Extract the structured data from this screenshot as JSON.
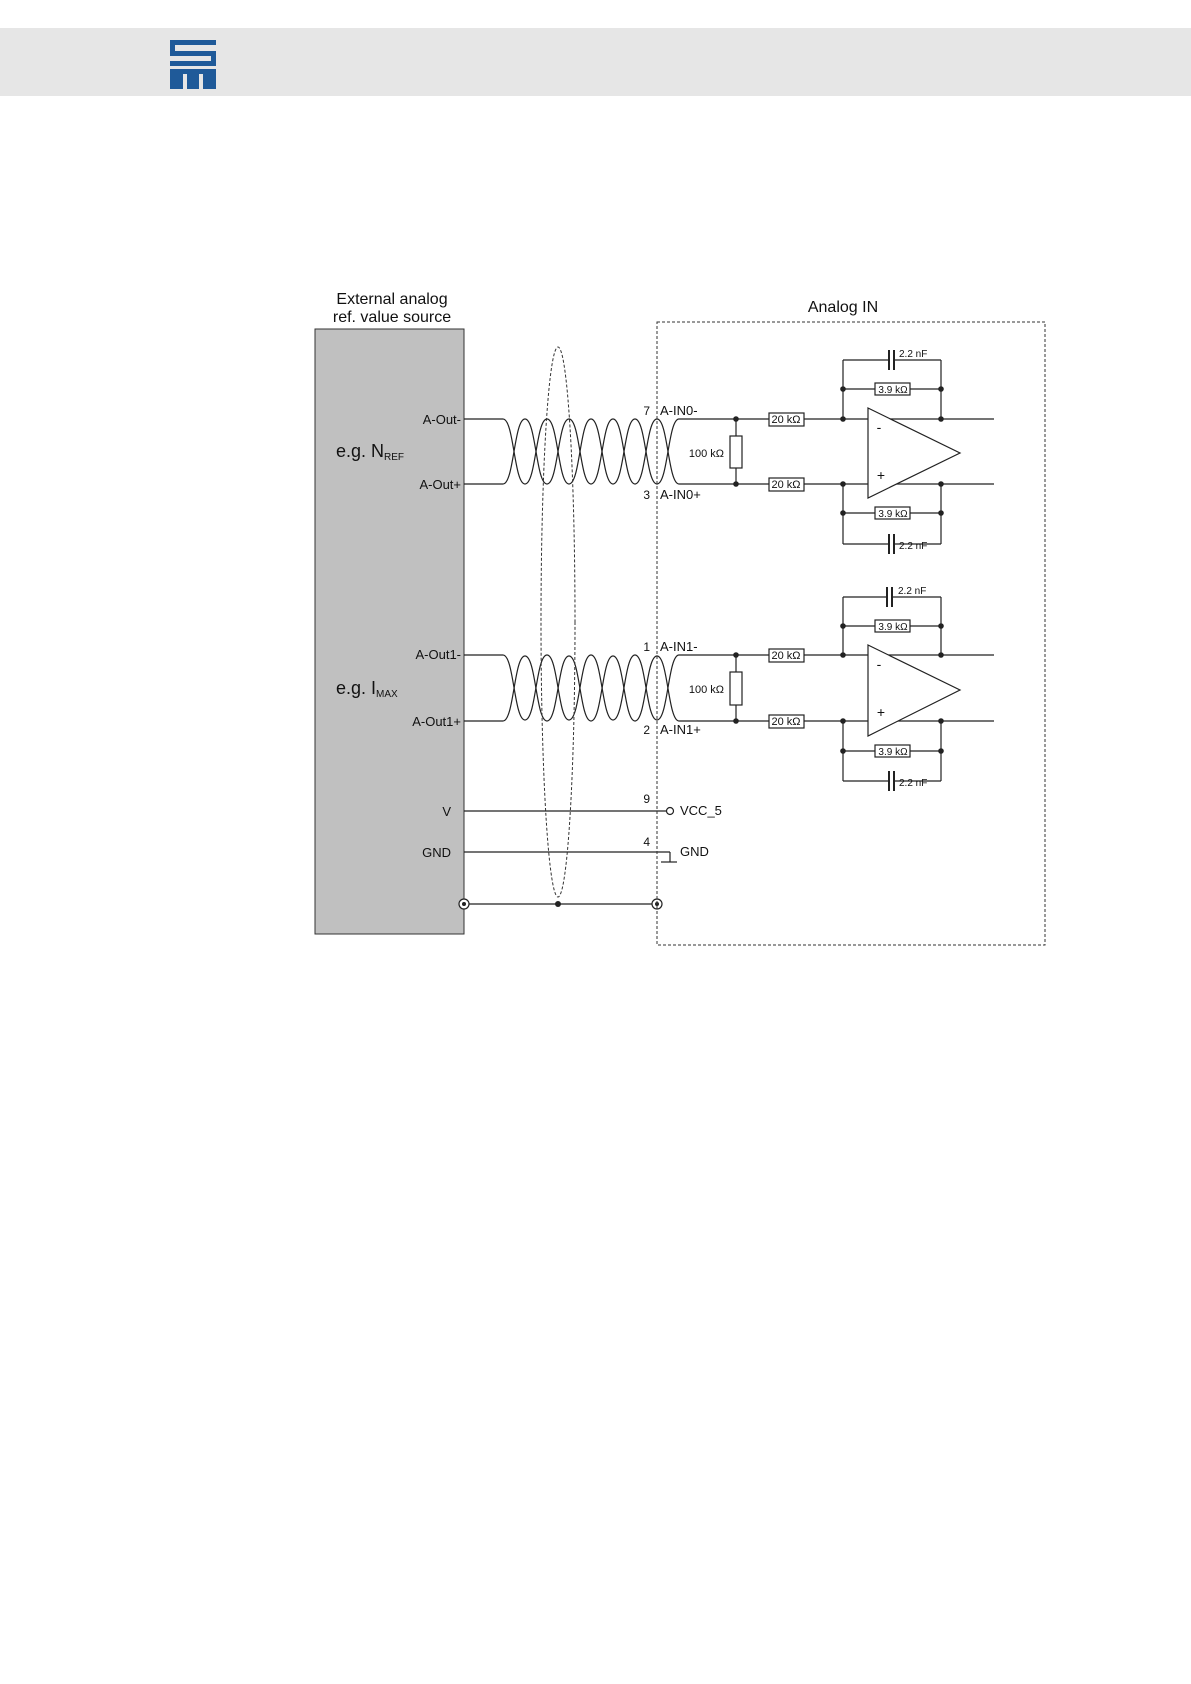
{
  "colors": {
    "header_band": "#e6e6e6",
    "logo_blue": "#1f5a99",
    "source_block": "#c0c0c0"
  },
  "logo": {
    "icon": "company-logo"
  },
  "diagram": {
    "source": {
      "title_line1": "External analog",
      "title_line2": "ref. value source",
      "signal0_prefix": "e.g. N",
      "signal0_sub": "REF",
      "signal1_prefix": "e.g. I",
      "signal1_sub": "MAX",
      "pins": {
        "a_out_minus": "A-Out-",
        "a_out_plus": "A-Out+",
        "a_out1_minus": "A-Out1-",
        "a_out1_plus": "A-Out1+",
        "v": "V",
        "gnd": "GND"
      }
    },
    "analog_in": {
      "title": "Analog IN",
      "pin_numbers": {
        "p7": "7",
        "p3": "3",
        "p1": "1",
        "p2": "2",
        "p9": "9",
        "p4": "4"
      },
      "signals": {
        "ain0_minus": "A-IN0-",
        "ain0_plus": "A-IN0+",
        "ain1_minus": "A-IN1-",
        "ain1_plus": "A-IN1+",
        "vcc": "VCC_5",
        "gnd": "GND"
      },
      "components": {
        "r_term": "100 kΩ",
        "r_in": "20 kΩ",
        "r_fb": "3.9 kΩ",
        "c_fb": "2.2 nF",
        "op_minus": "-",
        "op_plus": "+"
      }
    }
  }
}
